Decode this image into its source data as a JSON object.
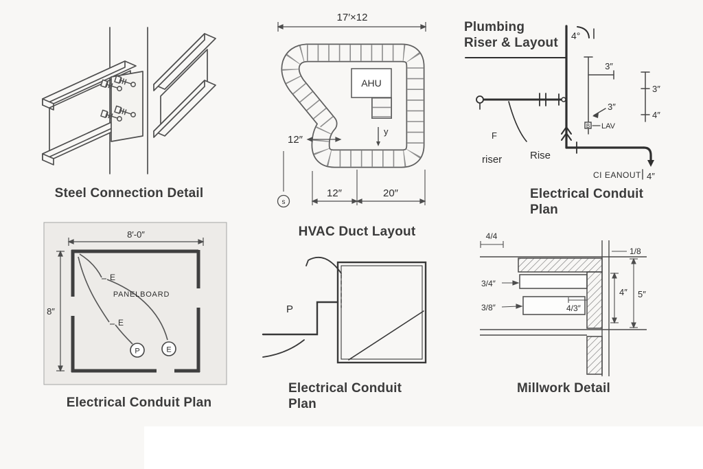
{
  "sheet": {
    "background": "#f8f7f5",
    "line_color": "#4d4d4d"
  },
  "steel_panel": {
    "caption": "Steel Connection Detail"
  },
  "hvac_panel": {
    "caption": "HVAC Duct Layout",
    "dim_top": "17′×12",
    "dim_duct_width": "12″",
    "dim_bottom_left": "12″",
    "dim_bottom_right": "20″",
    "ahu_label": "AHU",
    "flow_label": "y",
    "section_marker": "s"
  },
  "plumbing_panel": {
    "title_line1": "Plumbing",
    "title_line2": "Riser & Layout",
    "vent_dim": "4°",
    "branch_dim_1": "3″",
    "branch_dim_2": "3″",
    "branch_dim_3": "3″",
    "branch_dim_4": "4″",
    "cleanout_dim": "4″",
    "fixture_tag": "B",
    "lav_label": "LAV",
    "f_label": "F",
    "riser_label": "riser",
    "rise_label": "Rise",
    "cleanout_label": "CI EANOUT",
    "caption_line1": "Electrical Conduit",
    "caption_line2": "Plan"
  },
  "conduit_room_panel": {
    "caption": "Electrical Conduit Plan",
    "dim_width": "8′-0″",
    "dim_height": "8″",
    "panelboard_label": "PANELBOARD",
    "conduit_tag_1": "E",
    "conduit_tag_2": "E",
    "outlet_p": "P",
    "outlet_e": "E"
  },
  "conduit_small_panel": {
    "caption_line1": "Electrical Conduit",
    "caption_line2": "Plan",
    "p_label": "P"
  },
  "millwork_panel": {
    "caption": "Millwork Detail",
    "dim_stock": "4/4",
    "dim_reveal": "1/8",
    "dim_shelf1": "3/4″",
    "dim_shelf2": "3/8″",
    "dim_center": "4/3″",
    "dim_inner_height": "4″",
    "dim_outer_height": "5″"
  }
}
